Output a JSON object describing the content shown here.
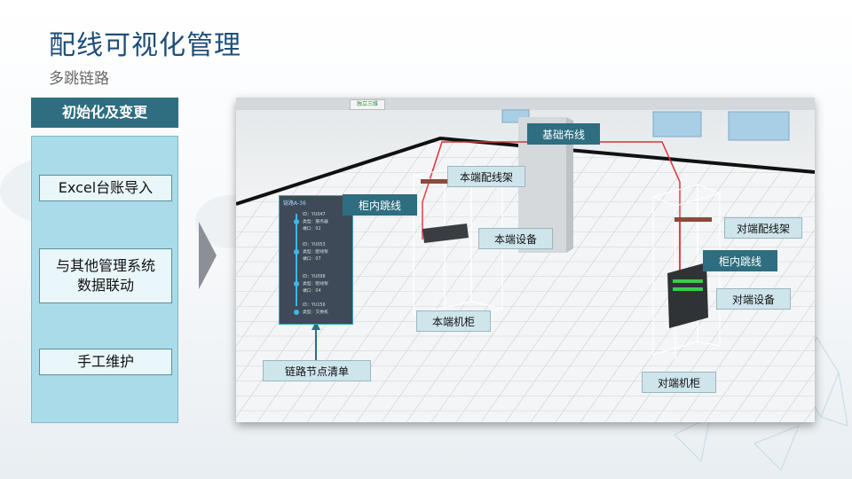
{
  "header": {
    "title": "配线可视化管理",
    "subtitle": "多跳链路"
  },
  "left_panel": {
    "heading": "初始化及变更",
    "items": [
      {
        "line1": "Excel台账导入",
        "line2": ""
      },
      {
        "line1": "与其他管理系统",
        "line2": "数据联动"
      },
      {
        "line1": "手工维护",
        "line2": ""
      }
    ]
  },
  "scene": {
    "tab_label": "独立三维",
    "callouts": {
      "base_cabling": "基础布线",
      "local_patch_panel": "本端配线架",
      "in_cabinet_jumper_left": "柜内跳线",
      "local_device": "本端设备",
      "local_cabinet": "本端机柜",
      "remote_patch_panel": "对端配线架",
      "in_cabinet_jumper_right": "柜内跳线",
      "remote_device": "对端设备",
      "remote_cabinet": "对端机柜",
      "link_node_list": "链路节点清单"
    },
    "link_list": {
      "title": "链路A-36",
      "nodes": [
        {
          "id": "ID：YU047",
          "type": "类型：服务器",
          "port": "端口：02"
        },
        {
          "id": "ID：YU053",
          "type": "类型：配线架",
          "port": "端口：07"
        },
        {
          "id": "ID：YU098",
          "type": "类型：配线架",
          "port": "端口：04"
        },
        {
          "id": "ID：YU156",
          "type": "类型：交换机",
          "port": ""
        }
      ]
    },
    "colors": {
      "link_line": "#e0303a",
      "accent": "#2e6e80",
      "callout": "#cfe5ec"
    }
  }
}
